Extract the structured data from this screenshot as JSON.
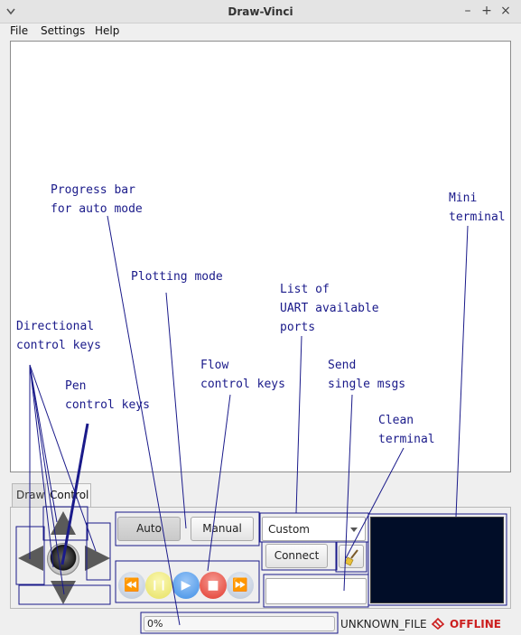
{
  "window": {
    "title": "Draw-Vinci",
    "minimize_glyph": "–",
    "maximize_glyph": "+",
    "close_glyph": "×"
  },
  "menu": {
    "items": [
      "File",
      "Settings",
      "Help"
    ]
  },
  "annotations": {
    "progress_bar": "Progress bar\nfor auto mode",
    "mini_terminal": "Mini\nterminal",
    "plotting_mode": "Plotting mode",
    "uart_ports": "List of\nUART available\nports",
    "directional_keys": "Directional\ncontrol keys",
    "pen_keys": "Pen\ncontrol keys",
    "flow_keys": "Flow\ncontrol keys",
    "send_msgs": "Send\nsingle msgs",
    "clean_terminal": "Clean\nterminal"
  },
  "tabs": [
    {
      "label": "Draw",
      "active": false
    },
    {
      "label": "Control",
      "active": true
    }
  ],
  "control": {
    "mode_auto_label": "Auto",
    "mode_manual_label": "Manual",
    "port_selected": "Custom",
    "connect_label": "Connect",
    "message_value": "",
    "flow_buttons": [
      {
        "icon": "rewind-icon",
        "glyph": "⏪",
        "color": "#b9c5d6"
      },
      {
        "icon": "pause-icon",
        "glyph": "❙❙",
        "color": "#e6e060"
      },
      {
        "icon": "play-icon",
        "glyph": "▶",
        "color": "#3f8fe6"
      },
      {
        "icon": "stop-icon",
        "glyph": "■",
        "color": "#e23a2e"
      },
      {
        "icon": "fast-forward-icon",
        "glyph": "⏩",
        "color": "#b9c5d6"
      }
    ]
  },
  "status": {
    "progress_text": "0%",
    "progress_fraction": 0,
    "file_name": "UNKNOWN_FILE",
    "connection": "OFFLINE"
  },
  "colors": {
    "annotation": "#1a1a8a",
    "terminal_bg": "#010d28",
    "offline": "#cc1f1f"
  }
}
